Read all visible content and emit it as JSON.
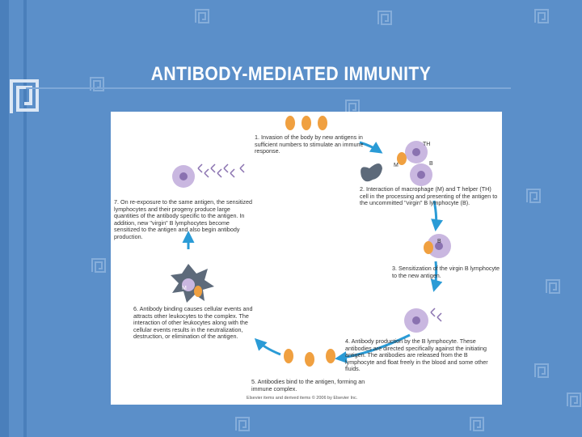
{
  "slide": {
    "title": "ANTIBODY-MEDIATED IMMUNITY",
    "background_color": "#5b8fc9"
  },
  "figure": {
    "steps": [
      {
        "num": "1.",
        "text": "Invasion of the body by new antigens in sufficient numbers to stimulate an immune response."
      },
      {
        "num": "2.",
        "text": "Interaction of macrophage (M) and T helper (TH) cell in the processing and presenting of the antigen to the uncommitted \"virgin\" B lymphocyte (B)."
      },
      {
        "num": "3.",
        "text": "Sensitization of the virgin B lymphocyte to the new antigen."
      },
      {
        "num": "4.",
        "text": "Antibody production by the B lymphocyte. These antibodies are directed specifically against the initiating antigen. The antibodies are released from the B lymphocyte and float freely in the blood and some other fluids."
      },
      {
        "num": "5.",
        "text": "Antibodies bind to the antigen, forming an immune complex."
      },
      {
        "num": "6.",
        "text": "Antibody binding causes cellular events and attracts other leukocytes to the complex. The interaction of other leukocytes along with the cellular events results in the neutralization, destruction, or elimination of the antigen."
      },
      {
        "num": "7.",
        "text": "On re-exposure to the same antigen, the sensitized lymphocytes and their progeny produce large quantities of the antibody specific to the antigen. In addition, new \"virgin\" B lymphocytes become sensitized to the antigen and also begin antibody production."
      }
    ],
    "cell_labels": {
      "th": "TH",
      "m": "M",
      "b": "B"
    },
    "copyright": "Elsevier items and derived items © 2006 by Elsevier Inc."
  }
}
